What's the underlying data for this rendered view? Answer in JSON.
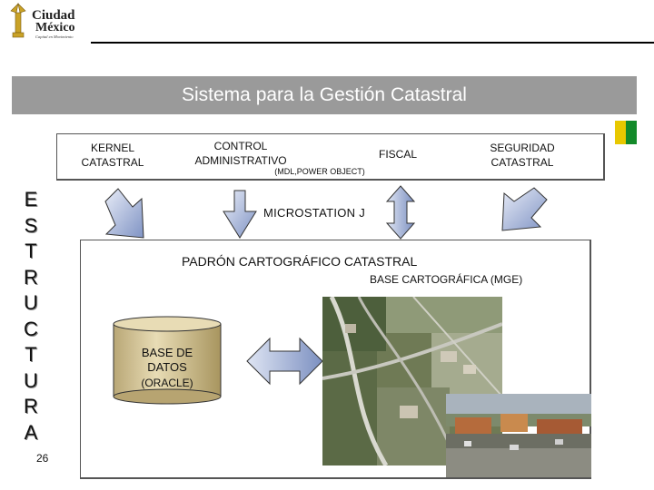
{
  "header": {
    "logo": {
      "line1": "Ciudad",
      "line2": "México",
      "tagline": "Capital en Movimiento"
    }
  },
  "title": "Sistema para la Gestión Catastral",
  "modules": {
    "kernel": {
      "line1": "KERNEL",
      "line2": "CATASTRAL"
    },
    "control": {
      "line1": "CONTROL",
      "line2": "ADMINISTRATIVO",
      "sub": "(MDL,POWER OBJECT)"
    },
    "fiscal": "FISCAL",
    "seguridad": {
      "line1": "SEGURIDAD",
      "line2": "CATASTRAL"
    }
  },
  "side_word": [
    "E",
    "S",
    "T",
    "R",
    "U",
    "C",
    "T",
    "U",
    "R",
    "A"
  ],
  "page_number": "26",
  "microstation": "MICROSTATION  J",
  "padron": {
    "title": "PADRÓN CARTOGRÁFICO CATASTRAL",
    "base": "BASE CARTOGRÁFICA (MGE)"
  },
  "database": {
    "line1": "BASE DE",
    "line2": "DATOS",
    "line3": "(ORACLE)"
  },
  "colors": {
    "title_band": "#9a9a9a",
    "arrow_fill": "#8a9cc8",
    "cylinder": "#c9b98d",
    "swatch_yellow": "#e8c800",
    "swatch_green": "#138a2a"
  }
}
